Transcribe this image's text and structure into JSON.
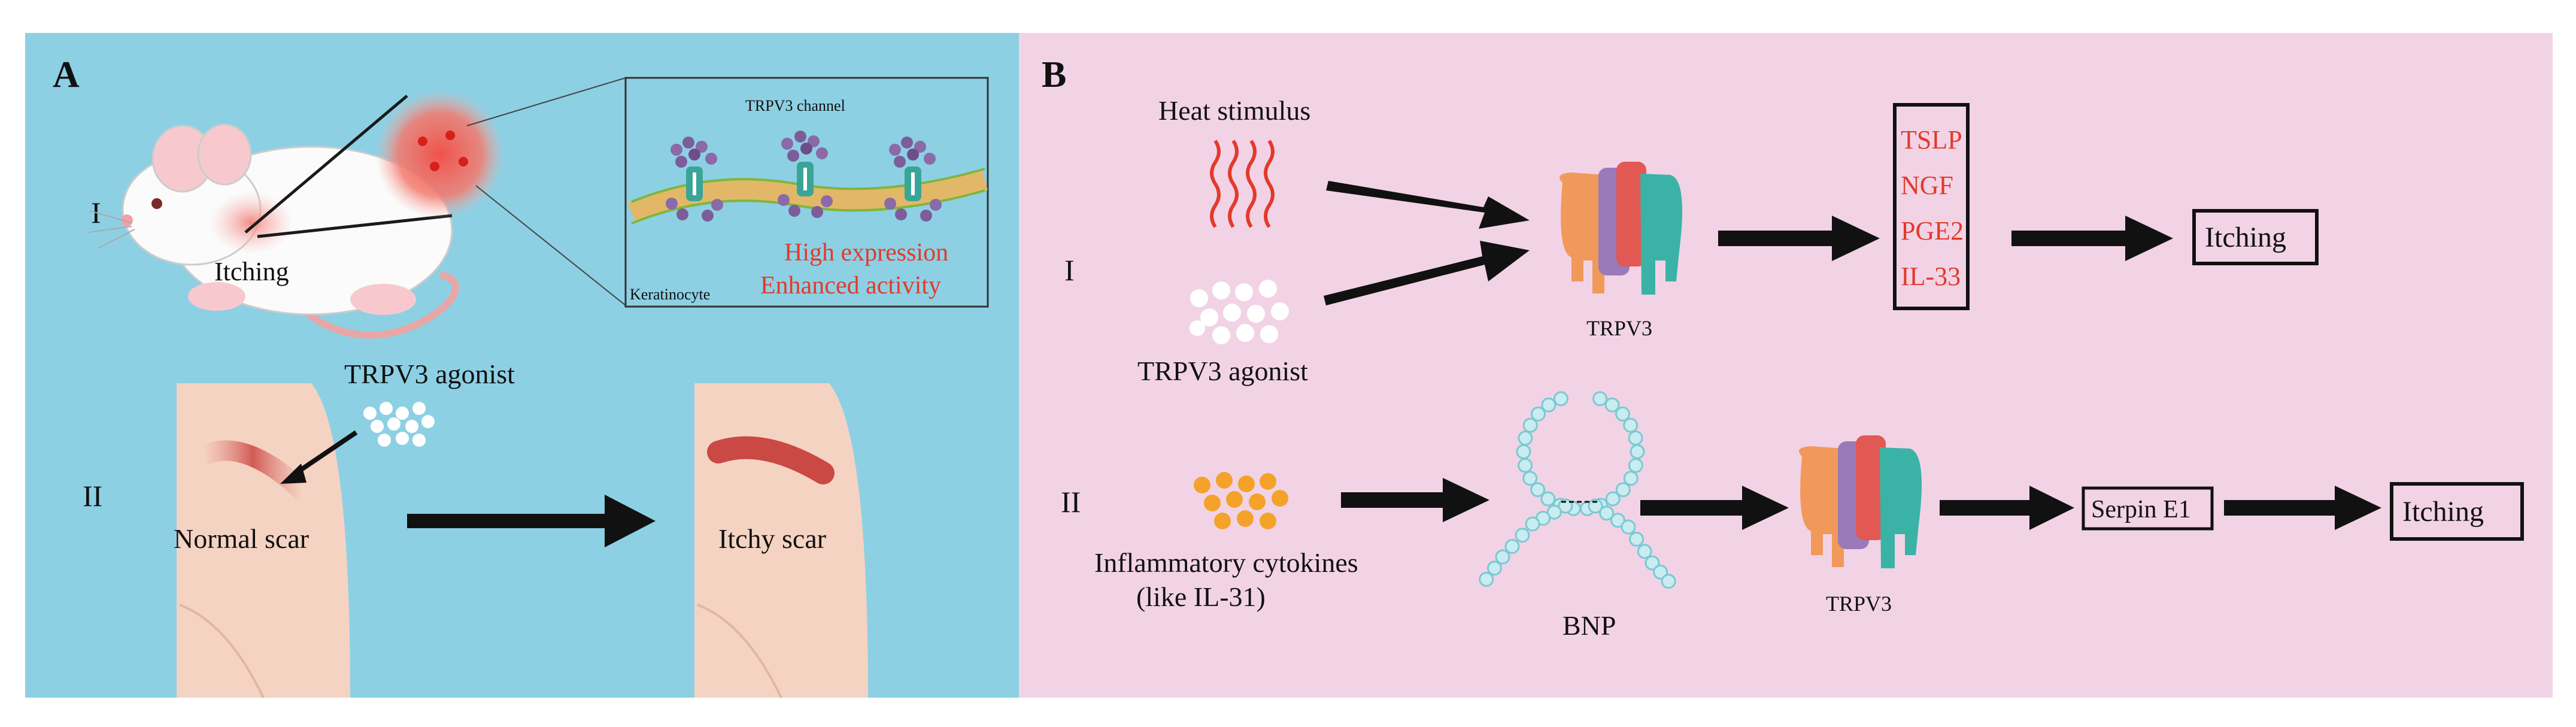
{
  "panel_a": {
    "label": "A",
    "row_i": "I",
    "row_ii": "II",
    "itching": "Itching",
    "trpv3_channel": "TRPV3 channel",
    "keratinocyte": "Keratinocyte",
    "high_expression": "High expression",
    "enhanced_activity": "Enhanced activity",
    "trpv3_agonist": "TRPV3 agonist",
    "normal_scar": "Normal scar",
    "itchy_scar": "Itchy scar",
    "colors": {
      "background": "#8dd0e4"
    }
  },
  "panel_b": {
    "label": "B",
    "row_i": "I",
    "row_ii": "II",
    "heat_stimulus": "Heat stimulus",
    "trpv3_agonist": "TRPV3 agonist",
    "trpv3_top": "TRPV3",
    "mediators": [
      "TSLP",
      "NGF",
      "PGE2",
      "IL-33"
    ],
    "itching_top": "Itching",
    "cytokines_line1": "Inflammatory cytokines",
    "cytokines_line2": "(like IL-31)",
    "bnp": "BNP",
    "trpv3_bottom": "TRPV3",
    "serpin": "Serpin E1",
    "itching_bottom": "Itching",
    "colors": {
      "background": "#f2d3e6",
      "mediator_text": "#e23a2a"
    }
  }
}
